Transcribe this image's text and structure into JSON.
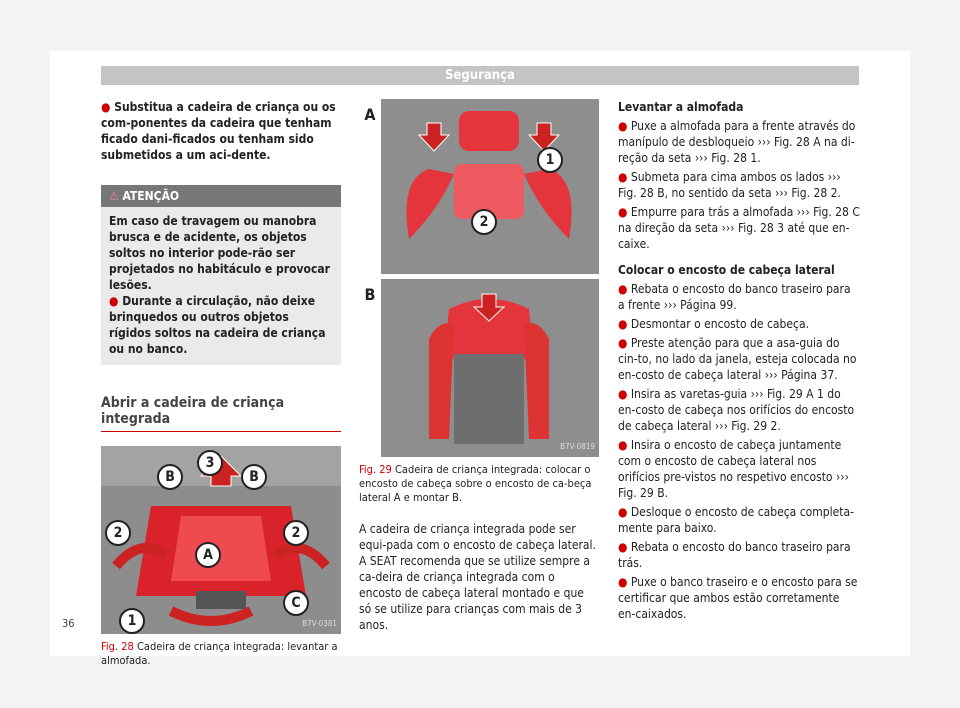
{
  "header": {
    "title": "Segurança"
  },
  "page_number": "36",
  "col1": {
    "bullet_text": "Substitua a cadeira de criança ou os com-ponentes da cadeira que tenham ficado dani-ficados ou tenham sido submetidos a um aci-dente.",
    "warning_title": "ATENÇÃO",
    "warning_p1": "Em caso de travagem ou manobra brusca e de acidente, os objetos soltos no interior pode-rão ser projetados no habitáculo e provocar lesões.",
    "warning_p2": "Durante a circulação, não deixe brinquedos ou outros objetos rígidos soltos na cadeira de criança ou no banco.",
    "section_title": "Abrir a cadeira de criança integrada",
    "fig_code": "B7V-0381",
    "fig_num": "Fig. 28",
    "fig_caption": "Cadeira de criança integrada: levantar a almofada."
  },
  "col2": {
    "panel_a": "A",
    "panel_b": "B",
    "fig_code": "B7V-0819",
    "fig_num": "Fig. 29",
    "fig_caption": "Cadeira de criança integrada: colocar o encosto de cabeça sobre o encosto de ca-beça lateral A e montar B.",
    "paragraph": "A cadeira de criança integrada pode ser equi-pada com o encosto de cabeça lateral. A SEAT recomenda que se utilize sempre a ca-deira de criança integrada com o encosto de cabeça lateral montado e que só se utilize para crianças com mais de 3 anos."
  },
  "col3": {
    "h1": "Levantar a almofada",
    "h2": "Colocar o encosto de cabeça lateral",
    "items1": [
      "Puxe a almofada para a frente através do manípulo de desbloqueio ››› Fig. 28 A na di-reção da seta ››› Fig. 28 1.",
      "Submeta para cima ambos os lados ››› Fig. 28 B, no sentido da seta ››› Fig. 28 2.",
      "Empurre para trás a almofada ››› Fig. 28 C na direção da seta ››› Fig. 28 3 até que en-caixe."
    ],
    "items2": [
      "Rebata o encosto do banco traseiro para a frente ››› Página 99.",
      "Desmontar o encosto de cabeça.",
      "Preste atenção para que a asa-guia do cin-to, no lado da janela, esteja colocada no en-costo de cabeça lateral ››› Página 37.",
      "Insira as varetas-guia ››› Fig. 29 A 1 do en-costo de cabeça nos orifícios do encosto de cabeça lateral ››› Fig. 29 2.",
      "Insira o encosto de cabeça juntamente com o encosto de cabeça lateral nos orifícios pre-vistos no respetivo encosto ››› Fig. 29 B.",
      "Desloque o encosto de cabeça completa-mente para baixo.",
      "Rebata o encosto do banco traseiro para trás.",
      "Puxe o banco traseiro e o encosto para se certificar que ambos estão corretamente en-caixados."
    ]
  }
}
